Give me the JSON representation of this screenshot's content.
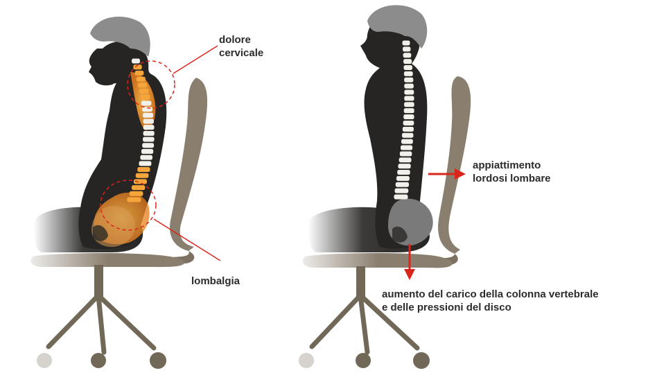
{
  "annotations": {
    "cervical_pain": [
      "dolore",
      "cervicale"
    ],
    "low_back_pain": "lombalgia",
    "lordosis_flattening": [
      "appiattimento",
      "lordosi lombare"
    ],
    "load_increase": [
      "aumento del carico della colonna vertebrale",
      "e delle pressioni del disco"
    ]
  },
  "colors": {
    "silhouette": "#262524",
    "hair": "#8c8c8c",
    "chair": "#8a7e6e",
    "chair_base": "#716857",
    "vertebra": "#f2f0ea",
    "pain": "#f29a2e",
    "accent_red": "#d9251c",
    "text": "#2b2b2b"
  }
}
